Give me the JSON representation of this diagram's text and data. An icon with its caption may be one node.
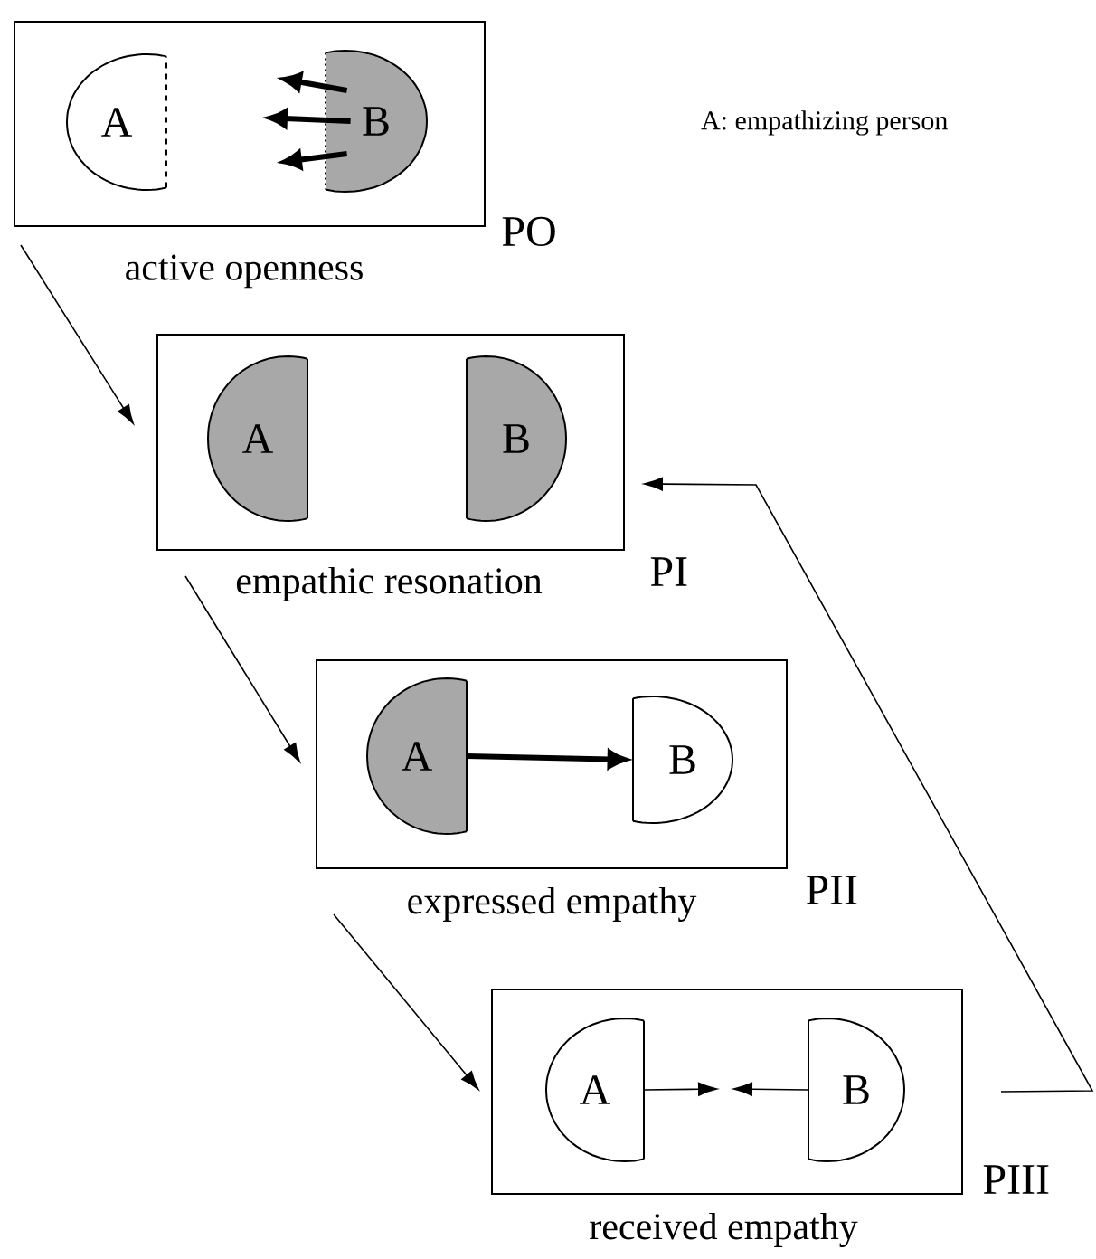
{
  "diagram": {
    "nodes": [
      {
        "text": [],
        "shape": "box",
        "beside": [
          "PO",
          "active openness"
        ]
      },
      {
        "text": [
          "A"
        ],
        "in": 0
      },
      {
        "text": [
          "B"
        ],
        "in": 0
      },
      {
        "text": [],
        "shape": "box",
        "beside": [
          "PI",
          "empathic resonation"
        ]
      },
      {
        "text": [
          "A"
        ],
        "in": 3
      },
      {
        "text": [
          "B"
        ],
        "in": 3
      },
      {
        "text": [],
        "shape": "box",
        "beside": [
          "PII",
          "expressed empathy"
        ]
      },
      {
        "text": [
          "A"
        ],
        "in": 6
      },
      {
        "text": [
          "B"
        ],
        "in": 6
      },
      {
        "text": [],
        "shape": "box",
        "beside": [
          "PIII",
          "received empathy"
        ]
      },
      {
        "text": [
          "A"
        ],
        "in": 9
      },
      {
        "text": [
          "B"
        ],
        "in": 9
      }
    ],
    "edges": [
      {
        "from": 0,
        "to": 3,
        "arrow": "to"
      },
      {
        "from": 3,
        "to": 6,
        "arrow": "to"
      },
      {
        "from": 6,
        "to": 9,
        "arrow": "to"
      },
      {
        "from": 9,
        "to": 3,
        "arrow": "to"
      },
      {
        "from": 2,
        "to": null,
        "arrow": "to",
        "style": "thick"
      },
      {
        "from": 2,
        "to": null,
        "arrow": "to",
        "style": "thick"
      },
      {
        "from": 2,
        "to": null,
        "arrow": "to",
        "style": "thick"
      },
      {
        "from": 7,
        "to": 8,
        "arrow": "to",
        "style": "thick"
      },
      {
        "from": 10,
        "to": null,
        "arrow": "to"
      },
      {
        "from": 11,
        "to": null,
        "arrow": "to"
      }
    ],
    "labels": [
      "A: empathizing person"
    ]
  }
}
